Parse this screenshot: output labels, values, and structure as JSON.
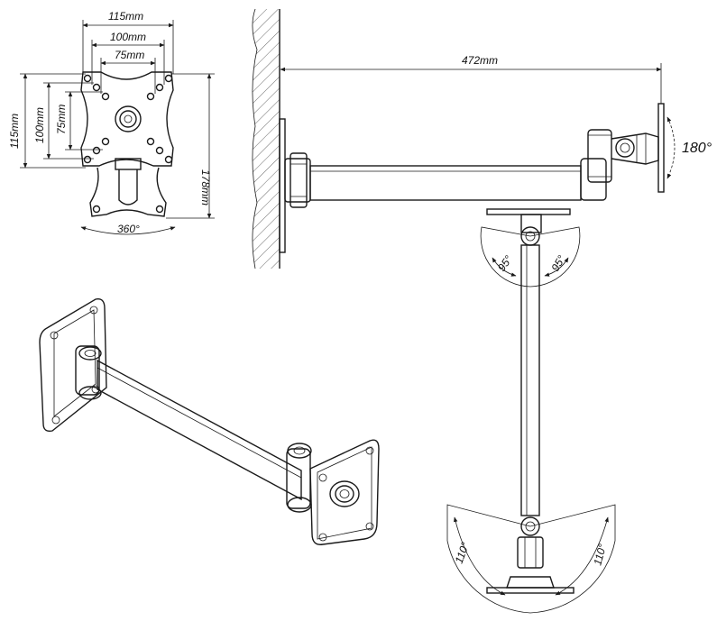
{
  "dimensions": {
    "w115": "115mm",
    "w100": "100mm",
    "w75": "75mm",
    "h115": "115mm",
    "h100": "100mm",
    "h75": "75mm",
    "h178": "178mm",
    "arm_length": "472mm"
  },
  "angles": {
    "swivel": "360°",
    "rotation": "180°",
    "tilt_left": "95°",
    "tilt_right": "95°",
    "pivot_left": "110°",
    "pivot_right": "110°"
  }
}
